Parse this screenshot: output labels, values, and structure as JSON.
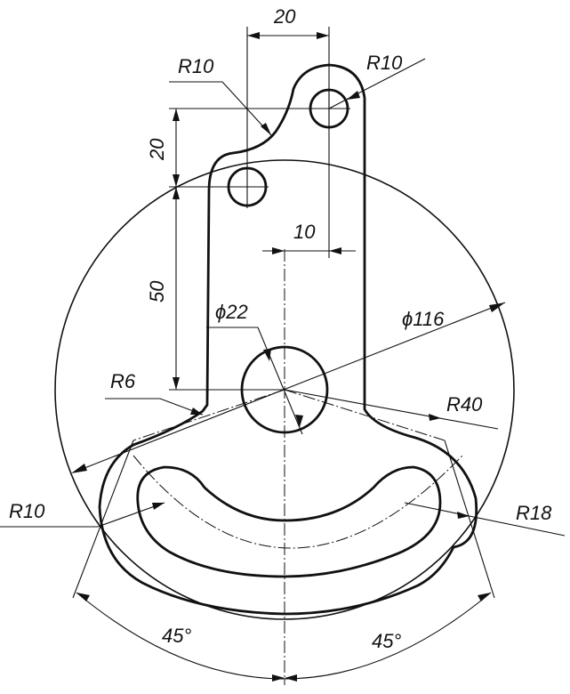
{
  "drawing": {
    "dimensions": {
      "top_width": "20",
      "upper_height": "20",
      "lower_height": "50",
      "offset": "10",
      "small_hole_dia": "ϕ22",
      "outer_dia": "ϕ116",
      "r10_top_left": "R10",
      "r10_top_right": "R10",
      "r6": "R6",
      "r40": "R40",
      "r10_left": "R10",
      "r18": "R18",
      "angle_left": "45°",
      "angle_right": "45°"
    }
  }
}
